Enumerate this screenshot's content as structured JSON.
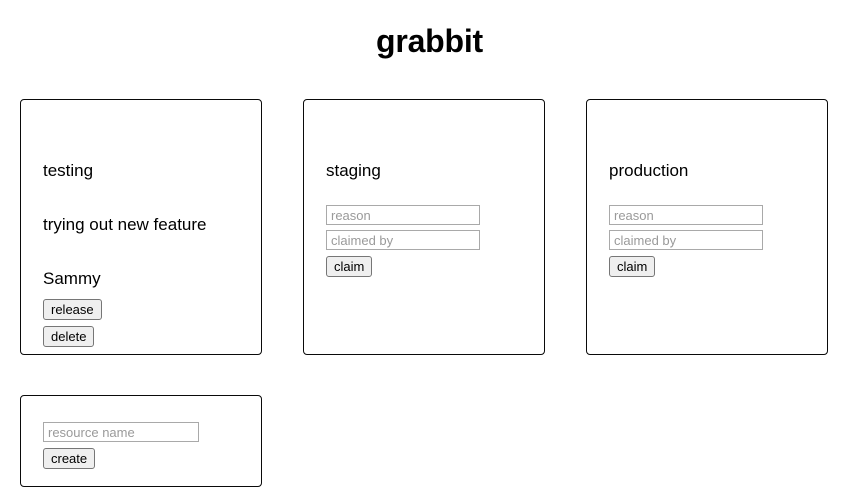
{
  "app": {
    "title": "grabbit"
  },
  "resources": [
    {
      "name": "testing",
      "claimed": true,
      "reason": "trying out new feature",
      "claimed_by": "Sammy",
      "release_label": "release",
      "delete_label": "delete"
    },
    {
      "name": "staging",
      "claimed": false,
      "reason_placeholder": "reason",
      "claimed_by_placeholder": "claimed by",
      "claim_label": "claim"
    },
    {
      "name": "production",
      "claimed": false,
      "reason_placeholder": "reason",
      "claimed_by_placeholder": "claimed by",
      "claim_label": "claim"
    }
  ],
  "create_form": {
    "resource_name_placeholder": "resource name",
    "create_label": "create"
  }
}
